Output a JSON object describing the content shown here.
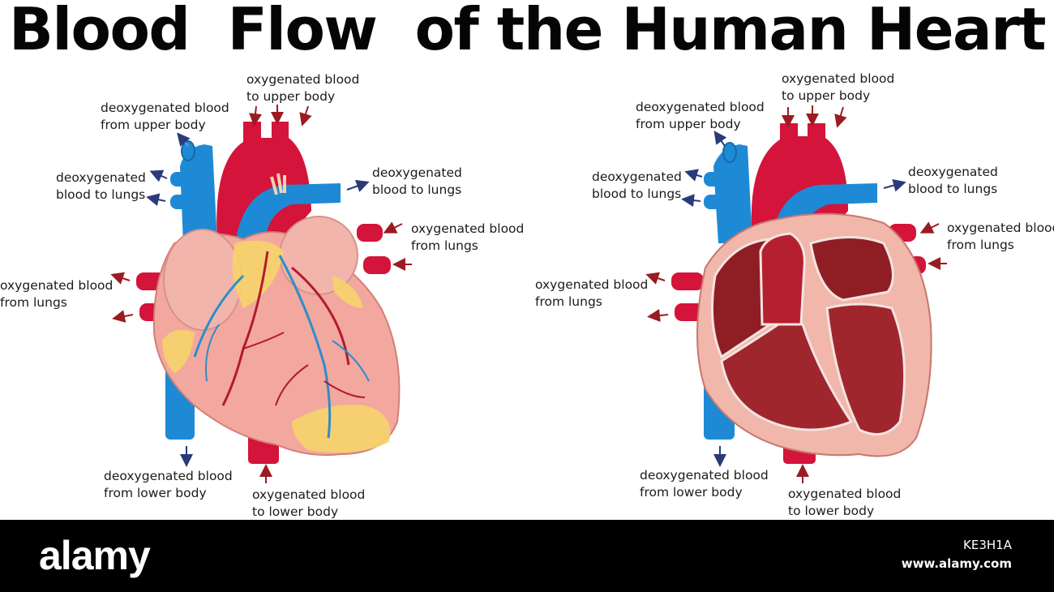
{
  "title": "Blood  Flow  of the Human Heart",
  "colors": {
    "oxygenated": "#d4143a",
    "deoxygenated": "#1e8ad6",
    "arrow_red": "#9b1b22",
    "arrow_blue": "#2b3a7a",
    "heart_muscle": "#f2a89e",
    "fat": "#f6d36a",
    "chamber": "#8f1d24"
  },
  "external_view": {
    "labels": {
      "upper_out": [
        "oxygenated blood",
        "to upper body"
      ],
      "upper_in": [
        "deoxygenated blood",
        "from upper body"
      ],
      "to_lungs_left": [
        "deoxygenated",
        "blood to lungs"
      ],
      "to_lungs_right": [
        "deoxygenated",
        "blood to lungs"
      ],
      "from_lungs_right": [
        "oxygenated blood",
        "from lungs"
      ],
      "from_lungs_left": [
        "oxygenated blood",
        "from lungs"
      ],
      "lower_in": [
        "deoxygenated blood",
        "from lower body"
      ],
      "lower_out": [
        "oxygenated blood",
        "to lower body"
      ]
    }
  },
  "cross_section_view": {
    "labels": {
      "upper_out": [
        "oxygenated blood",
        "to upper body"
      ],
      "upper_in": [
        "deoxygenated blood",
        "from upper body"
      ],
      "to_lungs_left": [
        "deoxygenated",
        "blood to lungs"
      ],
      "to_lungs_right": [
        "deoxygenated",
        "blood to lungs"
      ],
      "from_lungs_right": [
        "oxygenated blood",
        "from lungs"
      ],
      "from_lungs_left": [
        "oxygenated blood",
        "from lungs"
      ],
      "lower_in": [
        "deoxygenated blood",
        "from lower body"
      ],
      "lower_out": [
        "oxygenated blood",
        "to lower body"
      ]
    }
  },
  "watermark": {
    "brand": "alamy",
    "image_id": "KE3H1A",
    "site": "www.alamy.com"
  }
}
